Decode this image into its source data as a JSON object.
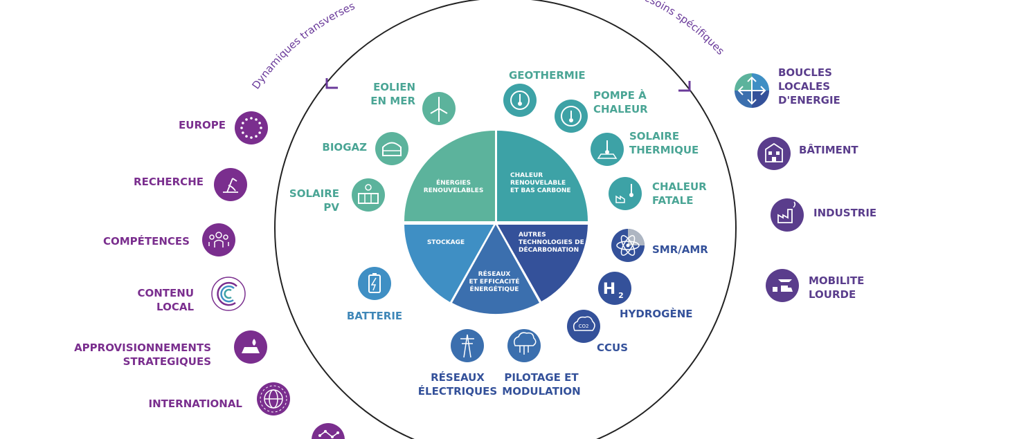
{
  "arc_titles": {
    "left": "Dynamiques transverses",
    "right": "Besoins spécifiques"
  },
  "sectors": {
    "renouvelables": [
      "ÉNERGIES",
      "RENOUVELABLES"
    ],
    "chaleur": [
      "CHALEUR",
      "RENOUVELABLE",
      "ET BAS CARBONE"
    ],
    "stockage": [
      "STOCKAGE"
    ],
    "autres": [
      "AUTRES",
      "TECHNOLOGIES DE",
      "DÉCARBONATION"
    ],
    "reseaux": [
      "RÉSEAUX",
      "ET EFFICACITÉ",
      "ÉNERGÉTIQUE"
    ]
  },
  "technologies": {
    "eolien": [
      "EOLIEN",
      "EN MER"
    ],
    "biogaz": [
      "BIOGAZ"
    ],
    "solaire_pv": [
      "SOLAIRE",
      "PV"
    ],
    "batterie": [
      "BATTERIE"
    ],
    "geothermie": [
      "GEOTHERMIE"
    ],
    "pompe": [
      "POMPE À",
      "CHALEUR"
    ],
    "solaire_thermique": [
      "SOLAIRE",
      "THERMIQUE"
    ],
    "chaleur_fatale": [
      "CHALEUR",
      "FATALE"
    ],
    "smr": [
      "SMR/AMR"
    ],
    "hydrogene": [
      "HYDROGÈNE"
    ],
    "ccus": [
      "CCUS"
    ],
    "reseaux_elec": [
      "RÉSEAUX",
      "ÉLECTRIQUES"
    ],
    "pilotage": [
      "PILOTAGE ET",
      "MODULATION"
    ]
  },
  "transverses": {
    "europe": [
      "EUROPE"
    ],
    "recherche": [
      "RECHERCHE"
    ],
    "competences": [
      "COMPÉTENCES"
    ],
    "contenu": [
      "CONTENU",
      "LOCAL"
    ],
    "appro": [
      "APPROVISIONNEMENTS",
      "STRATEGIQUES"
    ],
    "international": [
      "INTERNATIONAL"
    ]
  },
  "besoins": {
    "boucles": [
      "BOUCLES",
      "LOCALES",
      "D'ENERGIE"
    ],
    "batiment": [
      "BÂTIMENT"
    ],
    "industrie": [
      "INDUSTRIE"
    ],
    "mobilite": [
      "MOBILITE",
      "LOURDE"
    ]
  },
  "icons": {
    "hydrogen_symbol": "H",
    "hydrogen_sub": "2",
    "co2": "CO2"
  },
  "colors": {
    "green": "#5cb39c",
    "teal": "#3da2a6",
    "blue": "#3f8fc4",
    "navy": "#34519a",
    "purple": "#7a2e8e",
    "ring": "#222222"
  }
}
